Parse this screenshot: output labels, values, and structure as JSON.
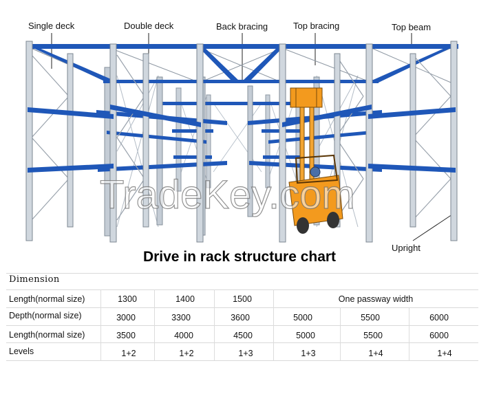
{
  "callouts": {
    "single_deck": "Single deck",
    "double_deck": "Double deck",
    "back_bracing": "Back bracing",
    "top_bracing": "Top bracing",
    "top_beam": "Top beam",
    "upright": "Upright"
  },
  "watermark": "TradeKey.com",
  "title": "Drive in rack structure chart",
  "colors": {
    "rack_blue": "#1f57b8",
    "upright_gray": "#9aa3ad",
    "forklift_orange": "#f39a1e"
  },
  "table": {
    "heading": "Dimension",
    "rows": [
      {
        "label": "Length(normal size)",
        "cells": [
          "1300",
          "1400",
          "1500",
          "One passway width"
        ]
      },
      {
        "label": "Depth(normal size)",
        "cells": [
          "3000",
          "3300",
          "3600",
          "5000",
          "5500",
          "6000"
        ]
      },
      {
        "label": "Length(normal size)",
        "cells": [
          "3500",
          "4000",
          "4500",
          "5000",
          "5500",
          "6000"
        ]
      },
      {
        "label": "Levels",
        "cells": [
          "1+2",
          "1+2",
          "1+3",
          "1+3",
          "1+4",
          "1+4"
        ]
      }
    ]
  }
}
